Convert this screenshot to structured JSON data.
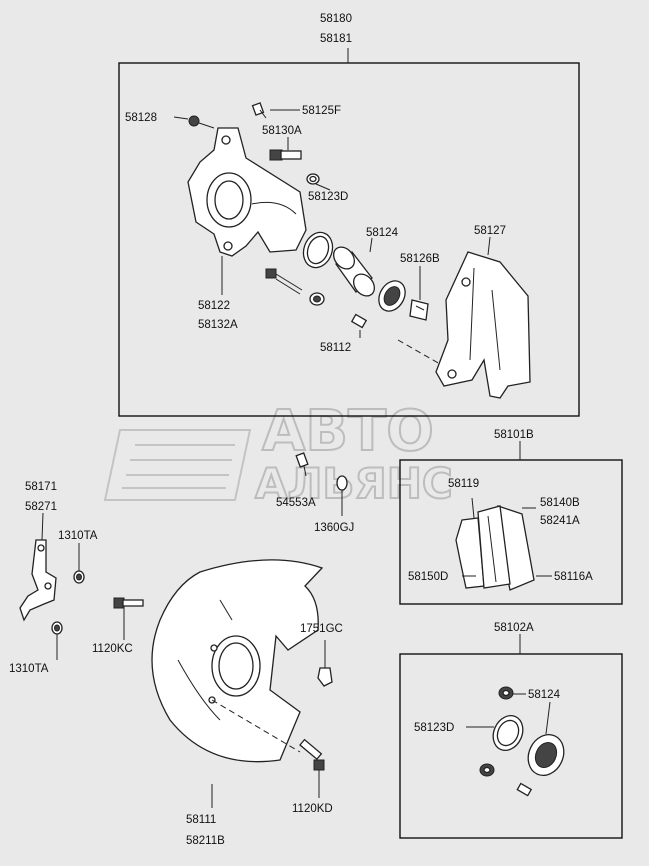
{
  "watermark": {
    "line1": "АВТО",
    "line2": "АЛЬЯНС"
  },
  "groups": {
    "caliper_assembly": [
      "58180",
      "58181"
    ],
    "pad_kit": "58101B",
    "seal_kit": "58102A"
  },
  "parts": {
    "p58128": "58128",
    "p58125F": "58125F",
    "p58130A": "58130A",
    "p58123D": "58123D",
    "p58124": "58124",
    "p58127": "58127",
    "p58126B": "58126B",
    "p58122": "58122",
    "p58132A": "58132A",
    "p58112": "58112",
    "p58171": "58171",
    "p58271": "58271",
    "p1310TA_top": "1310TA",
    "p1310TA_bottom": "1310TA",
    "p54553A": "54553A",
    "p1360GJ": "1360GJ",
    "p1120KC": "1120KC",
    "p1751GC": "1751GC",
    "p58111": "58111",
    "p58211B": "58211B",
    "p1120KD": "1120KD",
    "p58119": "58119",
    "p58140B": "58140B",
    "p58241A": "58241A",
    "p58150D": "58150D",
    "p58116A": "58116A",
    "kit_58124": "58124",
    "kit_58123D": "58123D"
  }
}
